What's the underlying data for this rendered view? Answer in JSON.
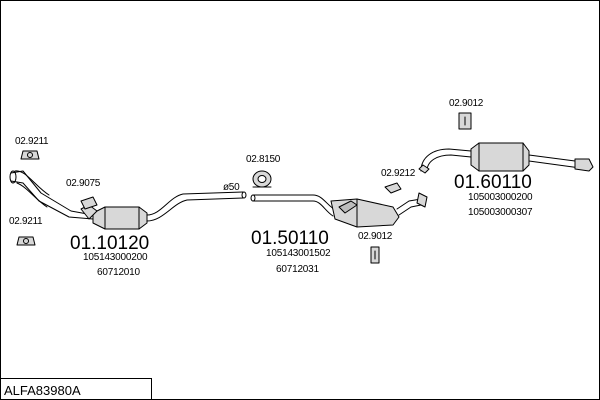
{
  "diagram": {
    "part_number": "ALFA83980A",
    "diameter_label": "ø50",
    "components": [
      {
        "code": "01.10120",
        "refs": [
          "105143000200",
          "60712010"
        ]
      },
      {
        "code": "01.50110",
        "refs": [
          "105143001502",
          "60712031"
        ]
      },
      {
        "code": "01.60110",
        "refs": [
          "105003000200",
          "105003000307"
        ]
      }
    ],
    "accessories": [
      {
        "code": "02.9211"
      },
      {
        "code": "02.9211"
      },
      {
        "code": "02.9075"
      },
      {
        "code": "02.8150"
      },
      {
        "code": "02.9212"
      },
      {
        "code": "02.9012"
      },
      {
        "code": "02.9012"
      }
    ]
  }
}
